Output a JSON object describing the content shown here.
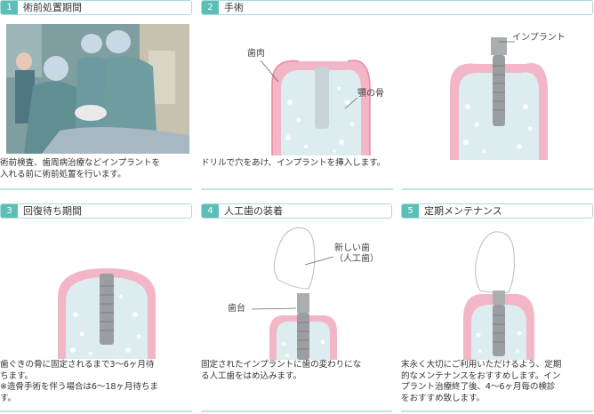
{
  "steps": [
    {
      "num": "1",
      "title": "術前処置期間",
      "desc": "術前検査、歯周病治療などインプラントを\n入れる前に術前処置を行います。"
    },
    {
      "num": "2",
      "title": "手術",
      "desc": "ドリルで穴をあけ、インプラントを挿入します。"
    },
    {
      "num": "3",
      "title": "回復待ち期間",
      "desc": "歯ぐきの骨に固定されるまで3～6ヶ月待\nちます。\n※造骨手術を伴う場合は6～18ヶ月待ちま\nす。"
    },
    {
      "num": "4",
      "title": "人工歯の装着",
      "desc": "固定されたインプラントに歯の変わりにな\nる人工歯をはめ込みます。"
    },
    {
      "num": "5",
      "title": "定期メンテナンス",
      "desc": "末永く大切にご利用いただけるよう、定期\n的なメンテナンスをおすすめします。イン\nプラント治療終了後、4～6ヶ月毎の検診\nをおすすめ致します。"
    }
  ],
  "labels": {
    "gum": "歯肉",
    "jawbone": "顎の骨",
    "implant": "インプラント",
    "new_tooth": "新しい歯\n（人工歯）",
    "abutment": "歯台"
  },
  "colors": {
    "accent": "#5cbfb7",
    "border": "#a9dcd8",
    "gum": "#f2b6c6",
    "bone": "#dcecef",
    "implant": "#9a9ea0"
  }
}
